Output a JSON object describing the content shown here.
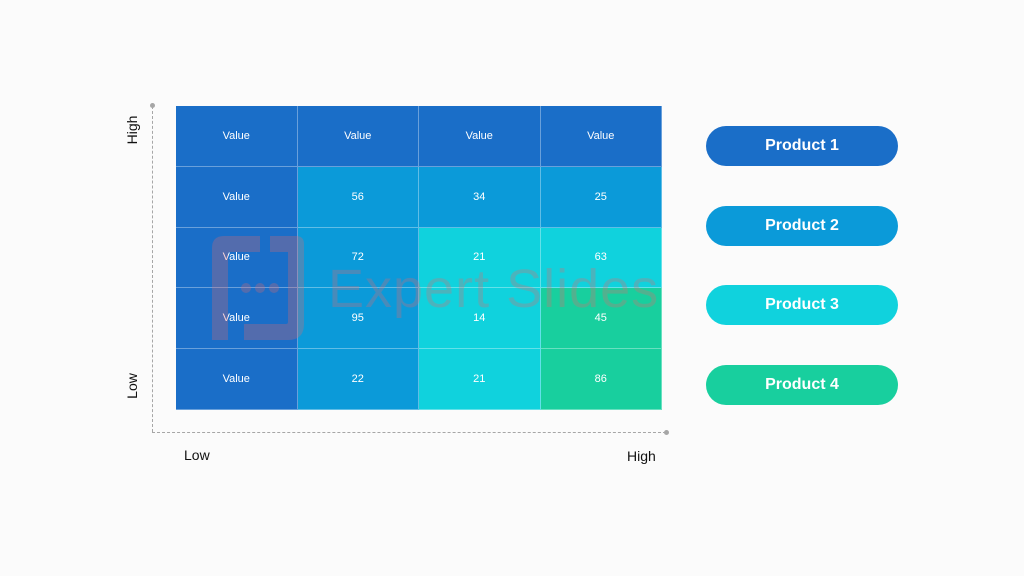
{
  "chart_data": {
    "type": "heatmap",
    "ylabel_high": "High",
    "ylabel_low": "Low",
    "xlabel_low": "Low",
    "xlabel_high": "High",
    "rows": [
      [
        "Value",
        "Value",
        "Value",
        "Value"
      ],
      [
        "Value",
        "56",
        "34",
        "25"
      ],
      [
        "Value",
        "72",
        "21",
        "63"
      ],
      [
        "Value",
        "95",
        "14",
        "45"
      ],
      [
        "Value",
        "22",
        "21",
        "86"
      ]
    ],
    "cell_colors": [
      [
        "#1a6ec8",
        "#1a6ec8",
        "#1a6ec8",
        "#1a6ec8"
      ],
      [
        "#1a6ec8",
        "#0b9ad9",
        "#0b9ad9",
        "#0b9ad9"
      ],
      [
        "#1a6ec8",
        "#0b9ad9",
        "#10d2dd",
        "#10d2dd"
      ],
      [
        "#1a6ec8",
        "#0b9ad9",
        "#10d2dd",
        "#18cf9e"
      ],
      [
        "#1a6ec8",
        "#0b9ad9",
        "#10d2dd",
        "#18cf9e"
      ]
    ],
    "legend": [
      {
        "label": "Product 1",
        "color": "#1a6ec8"
      },
      {
        "label": "Product 2",
        "color": "#0b9ad9"
      },
      {
        "label": "Product 3",
        "color": "#10d2dd"
      },
      {
        "label": "Product 4",
        "color": "#18cf9e"
      }
    ]
  },
  "watermark": {
    "text": "Expert Slides",
    "color": "#e8676b"
  }
}
